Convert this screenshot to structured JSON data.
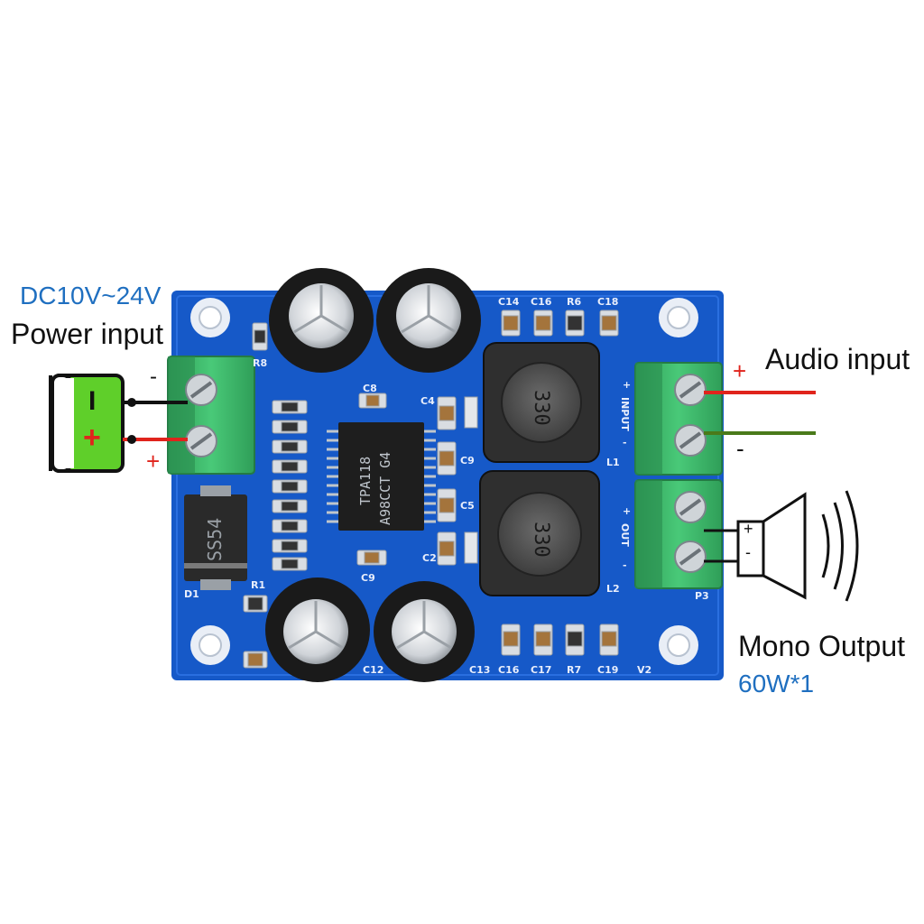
{
  "annotations": {
    "power_voltage": "DC10V~24V",
    "power_label": "Power input",
    "battery_minus": "I",
    "battery_plus": "+",
    "wire_minus": "-",
    "wire_plus": "+",
    "audio_label": "Audio input",
    "audio_plus": "+",
    "audio_minus": "-",
    "output_label": "Mono Output",
    "output_power": "60W*1",
    "speaker_plus": "+",
    "speaker_minus": "-"
  },
  "pcb": {
    "chip_line1": "TPA118",
    "chip_line2": "A98CCT G4",
    "diode_text": "SS54",
    "inductor_top": "330",
    "inductor_bottom": "330",
    "top_caps": [
      "C14",
      "C16",
      "R6",
      "C18"
    ],
    "bottom_caps": [
      "C16",
      "C17",
      "R7",
      "C19"
    ],
    "labels": {
      "r8": "R8",
      "c8": "C8",
      "c4": "C4",
      "c9_right": "C9",
      "c5": "C5",
      "c2": "C2",
      "c9_bottom": "C9",
      "d1": "D1",
      "r1": "R1",
      "c12": "C12",
      "c13": "C13",
      "l1": "L1",
      "l2": "L2",
      "p3": "P3",
      "v2": "V2",
      "input": "INPUT",
      "out": "OUT",
      "in_plus": "+",
      "in_minus": "-",
      "out_plus": "+",
      "out_minus": "-"
    }
  },
  "colors": {
    "pcb": "#1659c8",
    "terminal": "#3cb86a",
    "battery": "#5fcf2a",
    "wire_red": "#e0241c",
    "wire_green": "#4a7a1a",
    "label_blue": "#1f6fc0"
  }
}
